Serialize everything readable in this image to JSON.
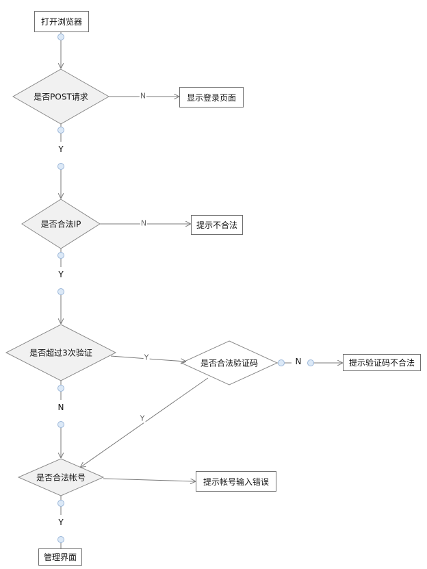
{
  "nodes": {
    "open_browser": "打开浏览器",
    "is_post": "是否POST请求",
    "show_login": "显示登录页面",
    "is_valid_ip": "是否合法IP",
    "ip_invalid": "提示不合法",
    "over_3_times": "是否超过3次验证",
    "valid_captcha": "是否合法验证码",
    "captcha_invalid": "提示验证码不合法",
    "valid_account": "是否合法帐号",
    "account_error": "提示帐号输入错误",
    "admin_panel": "管理界面"
  },
  "labels": {
    "post_no": "N",
    "post_yes": "Y",
    "ip_no": "N",
    "ip_yes": "Y",
    "over_yes": "Y",
    "over_no": "N",
    "captcha_no": "N",
    "captcha_yes": "Y",
    "account_yes": "Y"
  },
  "colors": {
    "line": "#7a7a7a",
    "diamond_fill": "#f1f1f1",
    "diamond_stroke": "#8a8a8a",
    "connector_fill": "#dce9f7",
    "connector_stroke": "#9bb6d8"
  }
}
